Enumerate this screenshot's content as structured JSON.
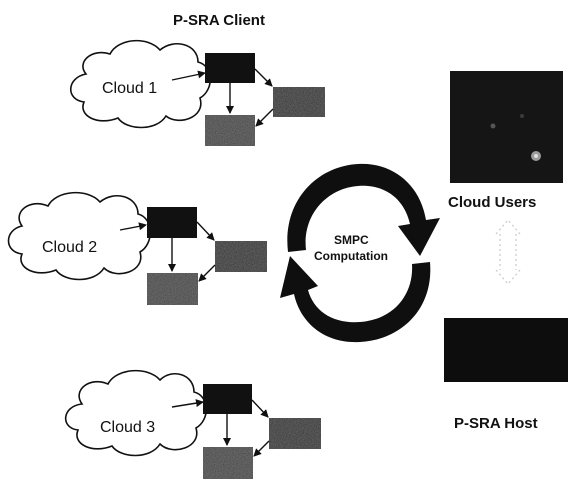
{
  "diagram": {
    "title": "P-SRA Client",
    "clouds": [
      {
        "label": "Cloud 1"
      },
      {
        "label": "Cloud 2"
      },
      {
        "label": "Cloud 3"
      }
    ],
    "center": {
      "line1": "SMPC",
      "line2": "Computation"
    },
    "right": {
      "users_label": "Cloud Users",
      "host_label": "P-SRA Host"
    }
  },
  "colors": {
    "box_black": "#111111",
    "box_dark": "#333333",
    "box_grey": "#444444",
    "users_panel": "#151515",
    "host_panel": "#0d0d0d",
    "stroke": "#111111",
    "text": "#111111"
  }
}
